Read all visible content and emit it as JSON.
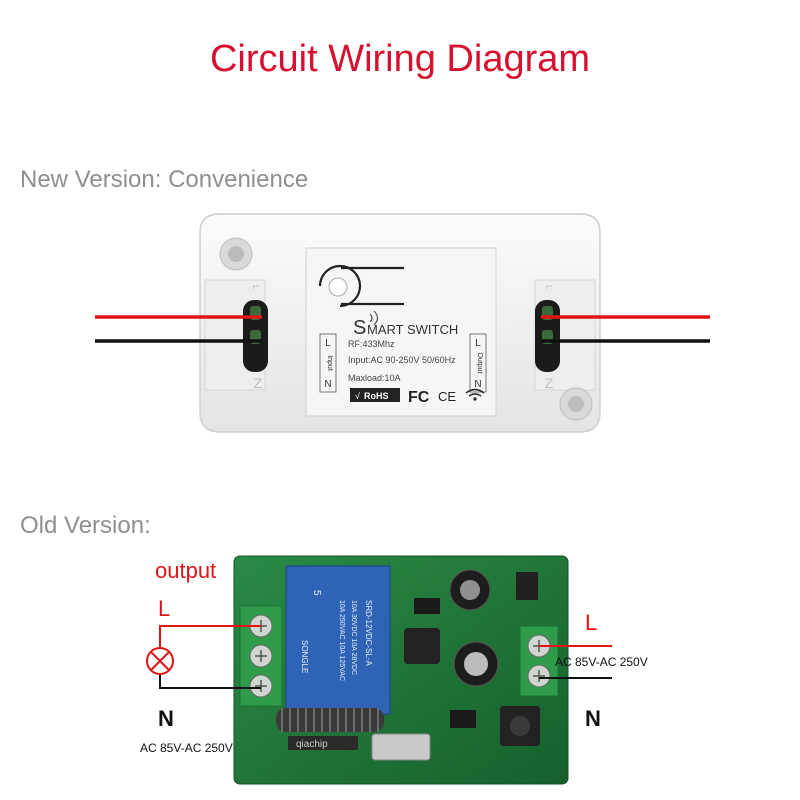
{
  "title": "Circuit Wiring Diagram",
  "sections": {
    "new": "New Version: Convenience",
    "old": "Old Version:"
  },
  "smart_switch": {
    "brand": "SMART SWITCH",
    "brand_initial": "S",
    "brand_rest": "MART SWITCH",
    "rf": "RF:433Mhz",
    "input_spec": "Input:AC 90-250V 50/60Hz",
    "maxload": "Maxload:10A",
    "input_side": {
      "l": "L",
      "word": "Input",
      "n": "N"
    },
    "output_side": {
      "l": "L",
      "word": "Output",
      "n": "N"
    },
    "rohs": "RoHS",
    "fc": "FC",
    "ce": "CE"
  },
  "old_board": {
    "output_label": "output",
    "left_l": "L",
    "left_n": "N",
    "left_supply": "AC 85V-AC 250V",
    "right_l": "L",
    "right_n": "N",
    "right_supply": "AC 85V-AC 250V",
    "relay_brand": "SONGLE",
    "relay_model": "SRD-12VDC-SL-A",
    "relay_spec_1": "10A 250VAC 10A 125VAC",
    "relay_spec_2": "10A 30VDC 10A 28VDC",
    "relay_num": "5",
    "chip": "qiachip"
  },
  "colors": {
    "title": "#d8102f",
    "section": "#8f8f8f",
    "live_wire": "#e01414",
    "neutral_wire": "#111111",
    "pcb": "#1f7a3a",
    "relay": "#2f63b5",
    "terminal": "#2e9c4a"
  }
}
